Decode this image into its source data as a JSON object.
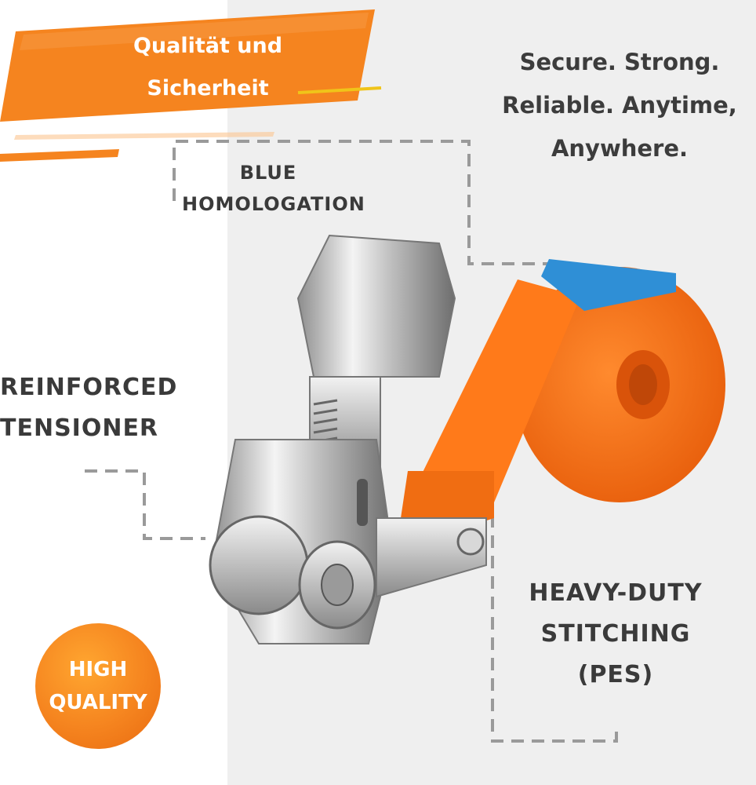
{
  "banner": {
    "line1": "Qualität und",
    "line2": "Sicherheit"
  },
  "tagline": {
    "line1": "Secure. Strong.",
    "line2": "Reliable. Anytime,",
    "line3": "Anywhere."
  },
  "labels": {
    "blue_line1": "BLUE",
    "blue_line2": "HOMOLOGATION",
    "tensioner_line1": "REINFORCED",
    "tensioner_line2": "TENSIONER",
    "stitch_line1": "HEAVY-DUTY",
    "stitch_line2": "STITCHING",
    "stitch_line3": "(PES)"
  },
  "badge": {
    "line1": "HIGH",
    "line2": "QUALITY"
  },
  "colors": {
    "orange": "#f5841f",
    "strap_orange": "#ff7a1a",
    "blue_label": "#2f8fd6",
    "dash_gray": "#9a9a9a",
    "text_dark": "#3a3a3a"
  }
}
